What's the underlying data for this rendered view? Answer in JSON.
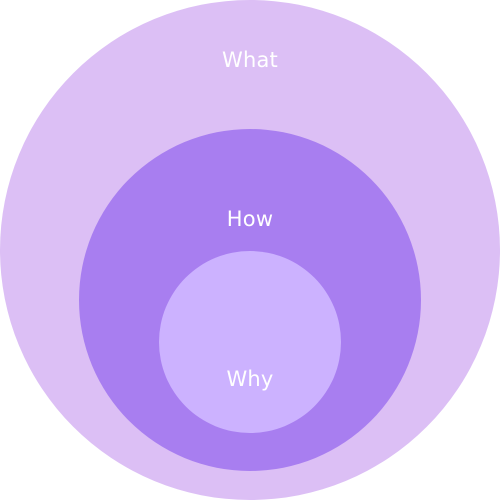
{
  "diagram": {
    "rings": [
      {
        "label": "What",
        "color": "#dcbff5"
      },
      {
        "label": "How",
        "color": "#a87ef0"
      },
      {
        "label": "Why",
        "color": "#ccb2ff"
      }
    ]
  }
}
